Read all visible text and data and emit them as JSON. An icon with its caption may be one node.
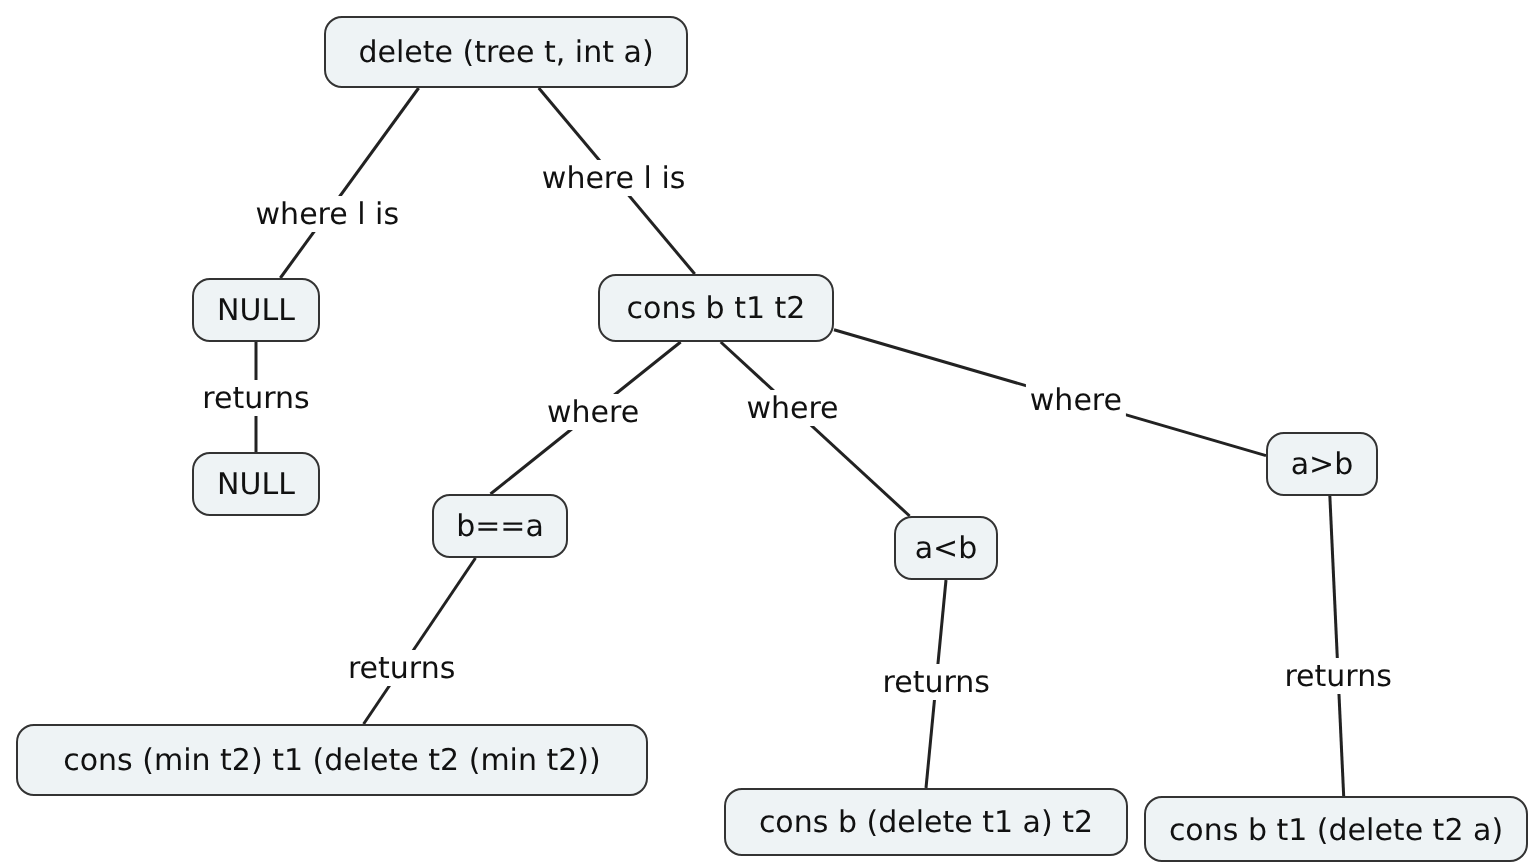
{
  "diagram": {
    "nodes": [
      {
        "text": [
          "delete (tree t, int a)"
        ]
      },
      {
        "text": [
          "NULL"
        ]
      },
      {
        "text": [
          "cons b t1 t2"
        ]
      },
      {
        "text": [
          "NULL"
        ]
      },
      {
        "text": [
          "b==a"
        ]
      },
      {
        "text": [
          "a<b"
        ]
      },
      {
        "text": [
          "a>b"
        ]
      },
      {
        "text": [
          "cons (min t2) t1 (delete t2 (min t2))"
        ]
      },
      {
        "text": [
          "cons b (delete t1 a) t2"
        ]
      },
      {
        "text": [
          "cons b t1 (delete t2 a)"
        ]
      }
    ],
    "edges": [
      {
        "from": 0,
        "to": 1,
        "arrow": "none",
        "label": "where l is"
      },
      {
        "from": 0,
        "to": 2,
        "arrow": "none",
        "label": "where l is"
      },
      {
        "from": 1,
        "to": 3,
        "arrow": "none",
        "label": "returns"
      },
      {
        "from": 2,
        "to": 4,
        "arrow": "none",
        "label": "where"
      },
      {
        "from": 2,
        "to": 5,
        "arrow": "none",
        "label": "where"
      },
      {
        "from": 2,
        "to": 6,
        "arrow": "none",
        "label": "where"
      },
      {
        "from": 4,
        "to": 7,
        "arrow": "none",
        "label": "returns"
      },
      {
        "from": 5,
        "to": 8,
        "arrow": "none",
        "label": "returns"
      },
      {
        "from": 6,
        "to": 9,
        "arrow": "none",
        "label": "returns"
      }
    ]
  }
}
